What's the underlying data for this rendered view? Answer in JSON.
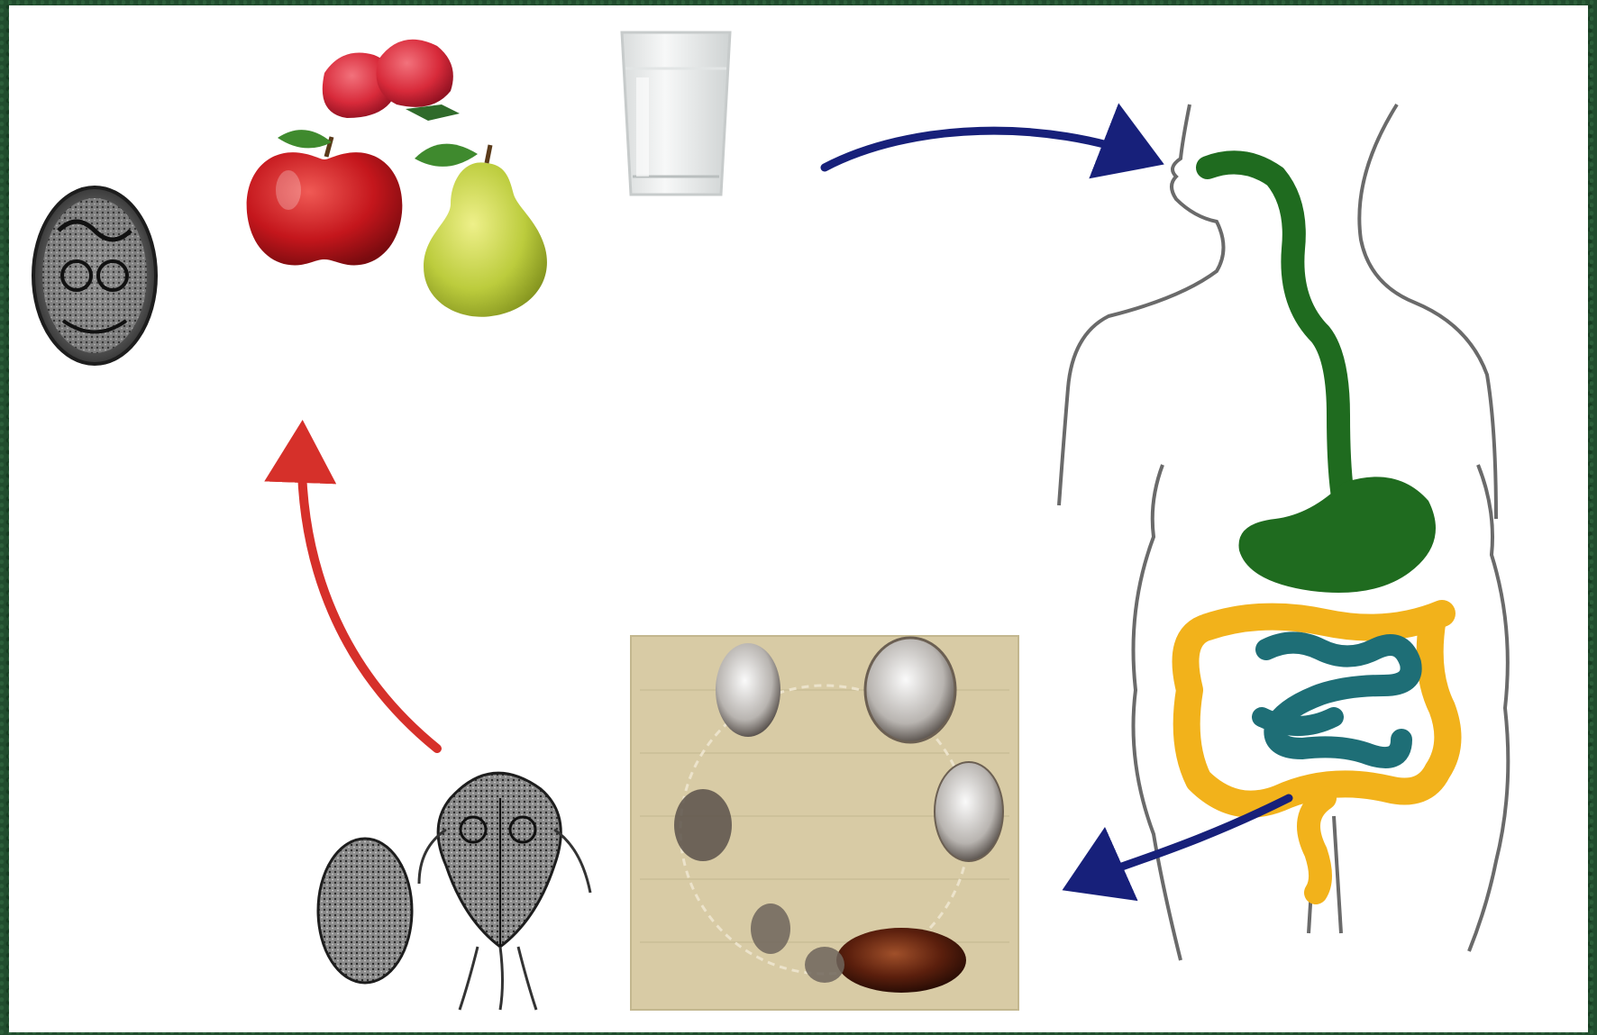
{
  "diagram": {
    "colors": {
      "arrow_blue": "#17207a",
      "arrow_red": "#d6302a",
      "digestive_green": "#1f6b1f",
      "small_intestine_teal": "#1e6e76",
      "colon_yellow": "#f2b21b",
      "slide_tan": "#d8cba5",
      "apple_red": "#c4161c",
      "pear_green": "#b7c93a",
      "strawberry_red": "#d82a3a"
    },
    "nodes": [
      {
        "id": "cyst",
        "icon": "cyst-icon"
      },
      {
        "id": "food-and-water",
        "icon": "fruit-icon"
      },
      {
        "id": "human-digestive-tract",
        "icon": "body-outline-icon"
      },
      {
        "id": "trophozoite-division-stages",
        "icon": "micrograph-icon"
      },
      {
        "id": "cyst-and-trophozoite",
        "icon": "trophozoite-icon"
      }
    ]
  }
}
